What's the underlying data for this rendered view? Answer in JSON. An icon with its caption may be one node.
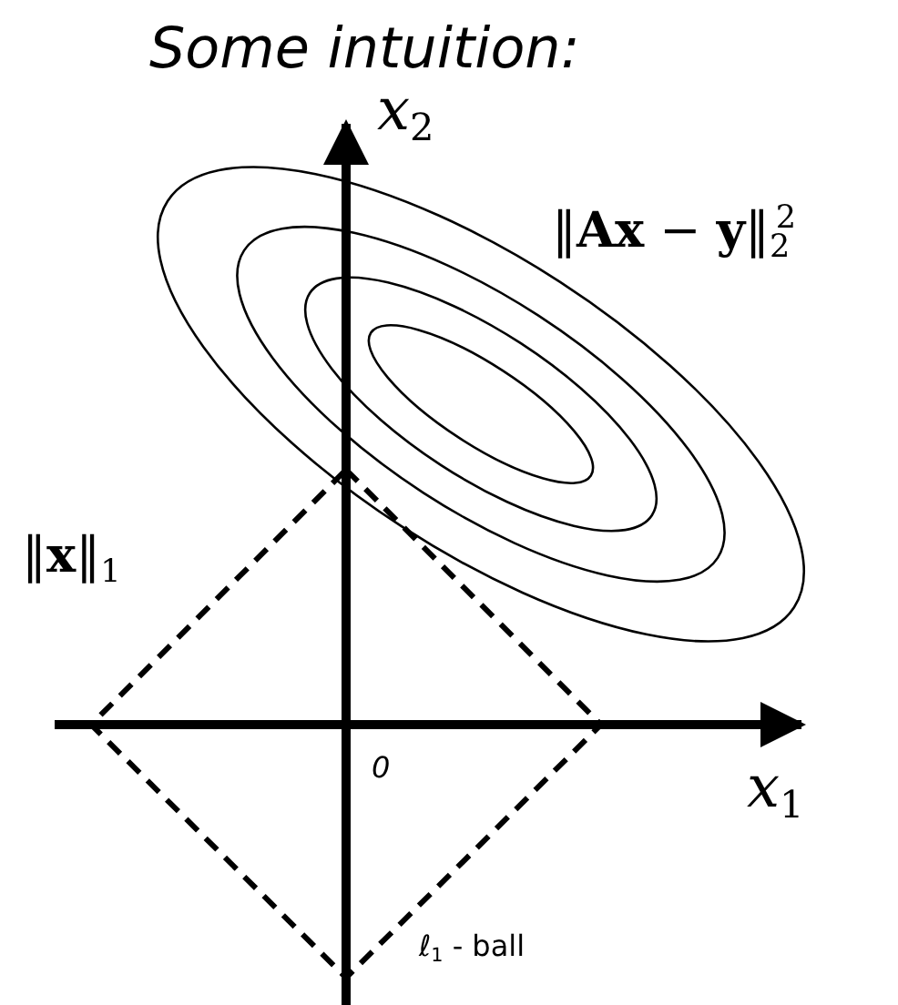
{
  "diagram": {
    "title": "Some intuition:",
    "labels": [
      "*x*$_{2}$",
      "‖**Ax** − **y**‖$_{2}$$^{2}$",
      "‖**x**‖$_{1}$",
      "0",
      "*x*$_{1}$",
      "*ℓ*$_{1}$ - ball"
    ]
  }
}
